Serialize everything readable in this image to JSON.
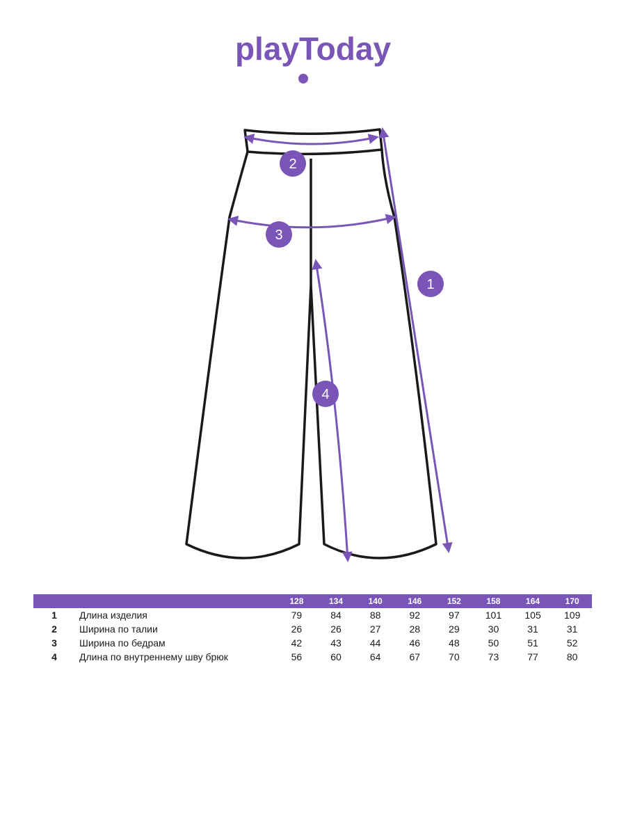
{
  "brand": {
    "name": "playToday",
    "accent_color": "#7a55b8",
    "outline_color": "#1a1a1a"
  },
  "diagram": {
    "markers": [
      "1",
      "2",
      "3",
      "4"
    ]
  },
  "size_table": {
    "sizes": [
      "128",
      "134",
      "140",
      "146",
      "152",
      "158",
      "164",
      "170"
    ],
    "rows": [
      {
        "num": "1",
        "label": "Длина изделия",
        "values": [
          "79",
          "84",
          "88",
          "92",
          "97",
          "101",
          "105",
          "109"
        ]
      },
      {
        "num": "2",
        "label": "Ширина по талии",
        "values": [
          "26",
          "26",
          "27",
          "28",
          "29",
          "30",
          "31",
          "31"
        ]
      },
      {
        "num": "3",
        "label": "Ширина по бедрам",
        "values": [
          "42",
          "43",
          "44",
          "46",
          "48",
          "50",
          "51",
          "52"
        ]
      },
      {
        "num": "4",
        "label": "Длина по внутреннему шву брюк",
        "values": [
          "56",
          "60",
          "64",
          "67",
          "70",
          "73",
          "77",
          "80"
        ]
      }
    ]
  }
}
